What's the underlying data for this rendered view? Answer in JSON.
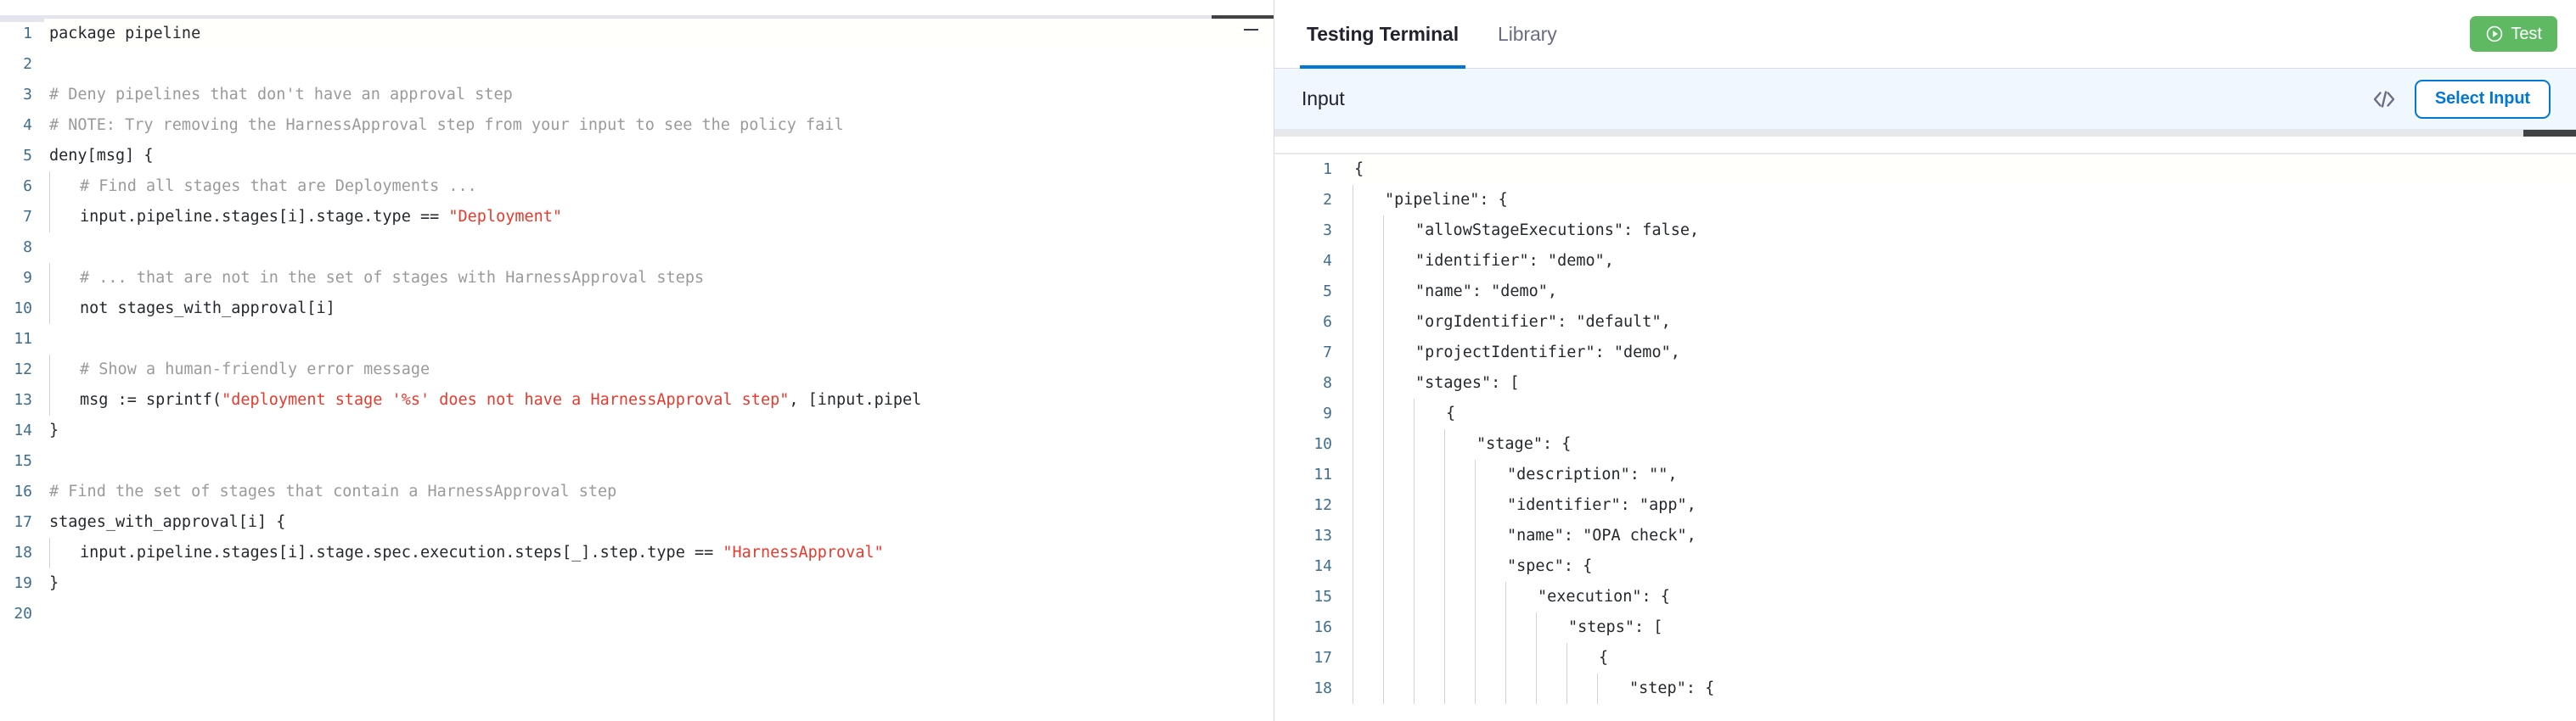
{
  "editor": {
    "language": "rego",
    "minimize_label": "—",
    "minimize_icon": "minimize-icon",
    "line_count": 20,
    "lines": [
      {
        "n": 1,
        "indent": 0,
        "guide": false,
        "active": true,
        "tokens": [
          {
            "t": "plain",
            "s": "package pipeline"
          }
        ]
      },
      {
        "n": 2,
        "indent": 0,
        "guide": false,
        "active": false,
        "tokens": []
      },
      {
        "n": 3,
        "indent": 0,
        "guide": false,
        "active": false,
        "tokens": [
          {
            "t": "comment",
            "s": "# Deny pipelines that don't have an approval step"
          }
        ]
      },
      {
        "n": 4,
        "indent": 0,
        "guide": false,
        "active": false,
        "tokens": [
          {
            "t": "comment",
            "s": "# NOTE: Try removing the HarnessApproval step from your input to see the policy fail"
          }
        ]
      },
      {
        "n": 5,
        "indent": 0,
        "guide": false,
        "active": false,
        "tokens": [
          {
            "t": "plain",
            "s": "deny[msg] {"
          }
        ]
      },
      {
        "n": 6,
        "indent": 1,
        "guide": true,
        "active": false,
        "tokens": [
          {
            "t": "comment",
            "s": "# Find all stages that are Deployments ..."
          }
        ]
      },
      {
        "n": 7,
        "indent": 1,
        "guide": true,
        "active": false,
        "tokens": [
          {
            "t": "plain",
            "s": "input.pipeline.stages[i].stage.type == "
          },
          {
            "t": "string",
            "s": "\"Deployment\""
          }
        ]
      },
      {
        "n": 8,
        "indent": 1,
        "guide": true,
        "active": false,
        "tokens": []
      },
      {
        "n": 9,
        "indent": 1,
        "guide": true,
        "active": false,
        "tokens": [
          {
            "t": "comment",
            "s": "# ... that are not in the set of stages with HarnessApproval steps"
          }
        ]
      },
      {
        "n": 10,
        "indent": 1,
        "guide": true,
        "active": false,
        "tokens": [
          {
            "t": "plain",
            "s": "not stages_with_approval[i]"
          }
        ]
      },
      {
        "n": 11,
        "indent": 1,
        "guide": true,
        "active": false,
        "tokens": []
      },
      {
        "n": 12,
        "indent": 1,
        "guide": true,
        "active": false,
        "tokens": [
          {
            "t": "comment",
            "s": "# Show a human-friendly error message"
          }
        ]
      },
      {
        "n": 13,
        "indent": 1,
        "guide": true,
        "active": false,
        "tokens": [
          {
            "t": "plain",
            "s": "msg := sprintf("
          },
          {
            "t": "string",
            "s": "\"deployment stage '%s' does not have a HarnessApproval step\""
          },
          {
            "t": "plain",
            "s": ", [input.pipel"
          }
        ]
      },
      {
        "n": 14,
        "indent": 0,
        "guide": false,
        "active": false,
        "tokens": [
          {
            "t": "plain",
            "s": "}"
          }
        ]
      },
      {
        "n": 15,
        "indent": 0,
        "guide": false,
        "active": false,
        "tokens": []
      },
      {
        "n": 16,
        "indent": 0,
        "guide": false,
        "active": false,
        "tokens": [
          {
            "t": "comment",
            "s": "# Find the set of stages that contain a HarnessApproval step"
          }
        ]
      },
      {
        "n": 17,
        "indent": 0,
        "guide": false,
        "active": false,
        "tokens": [
          {
            "t": "plain",
            "s": "stages_with_approval[i] {"
          }
        ]
      },
      {
        "n": 18,
        "indent": 1,
        "guide": true,
        "active": false,
        "tokens": [
          {
            "t": "plain",
            "s": "input.pipeline.stages[i].stage.spec.execution.steps[_].step.type == "
          },
          {
            "t": "string",
            "s": "\"HarnessApproval\""
          }
        ]
      },
      {
        "n": 19,
        "indent": 0,
        "guide": false,
        "active": false,
        "tokens": [
          {
            "t": "plain",
            "s": "}"
          }
        ]
      },
      {
        "n": 20,
        "indent": 0,
        "guide": false,
        "active": false,
        "tokens": []
      }
    ]
  },
  "right_panel": {
    "tabs": [
      {
        "label": "Testing Terminal",
        "active": true
      },
      {
        "label": "Library",
        "active": false
      }
    ],
    "test_button": {
      "label": "Test",
      "icon": "play-circle-icon",
      "color": "#5fb862"
    },
    "input_bar": {
      "label": "Input",
      "code_icon": "code-brackets-icon",
      "select_input_label": "Select Input",
      "accent_color": "#0278d5",
      "background": "#f0f8fd"
    },
    "json_editor": {
      "language": "json",
      "visible_line_count": 18,
      "lines": [
        {
          "n": 1,
          "depth": 0,
          "active": true,
          "text": "{"
        },
        {
          "n": 2,
          "depth": 1,
          "active": false,
          "text": "\"pipeline\": {"
        },
        {
          "n": 3,
          "depth": 2,
          "active": false,
          "text": "\"allowStageExecutions\": false,"
        },
        {
          "n": 4,
          "depth": 2,
          "active": false,
          "text": "\"identifier\": \"demo\","
        },
        {
          "n": 5,
          "depth": 2,
          "active": false,
          "text": "\"name\": \"demo\","
        },
        {
          "n": 6,
          "depth": 2,
          "active": false,
          "text": "\"orgIdentifier\": \"default\","
        },
        {
          "n": 7,
          "depth": 2,
          "active": false,
          "text": "\"projectIdentifier\": \"demo\","
        },
        {
          "n": 8,
          "depth": 2,
          "active": false,
          "text": "\"stages\": ["
        },
        {
          "n": 9,
          "depth": 3,
          "active": false,
          "text": "{"
        },
        {
          "n": 10,
          "depth": 4,
          "active": false,
          "text": "\"stage\": {"
        },
        {
          "n": 11,
          "depth": 5,
          "active": false,
          "text": "\"description\": \"\","
        },
        {
          "n": 12,
          "depth": 5,
          "active": false,
          "text": "\"identifier\": \"app\","
        },
        {
          "n": 13,
          "depth": 5,
          "active": false,
          "text": "\"name\": \"OPA check\","
        },
        {
          "n": 14,
          "depth": 5,
          "active": false,
          "text": "\"spec\": {"
        },
        {
          "n": 15,
          "depth": 6,
          "active": false,
          "text": "\"execution\": {"
        },
        {
          "n": 16,
          "depth": 7,
          "active": false,
          "text": "\"steps\": ["
        },
        {
          "n": 17,
          "depth": 8,
          "active": false,
          "text": "{"
        },
        {
          "n": 18,
          "depth": 9,
          "active": false,
          "text": "\"step\": {"
        }
      ]
    }
  }
}
